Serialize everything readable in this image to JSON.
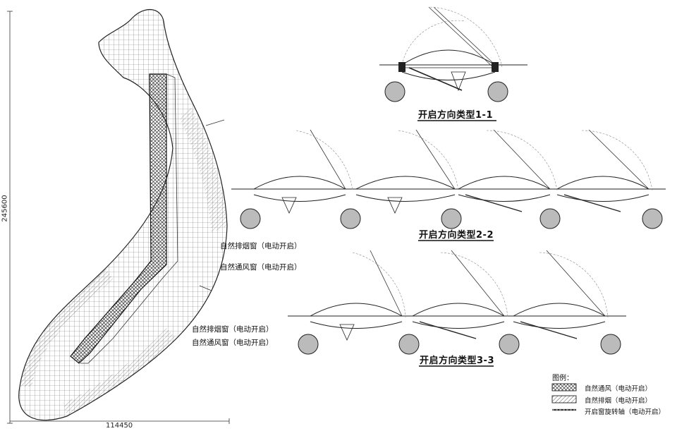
{
  "plan": {
    "height_dimension": "245600",
    "width_dimension": "114450",
    "callouts": [
      "自然排烟窗（电动开启）",
      "自然通风窗（电动开启）",
      "自然排烟窗（电动开启）",
      "自然通风窗（电动开启）"
    ]
  },
  "sections": {
    "type_1": "开启方向类型1-1",
    "type_2": "开启方向类型2-2",
    "type_3": "开启方向类型3-3"
  },
  "legend": {
    "title": "图例：",
    "items": [
      "自然通风（电动开启）",
      "自然排烟（电动开启）",
      "开启窗旋转轴（电动开启）"
    ]
  }
}
